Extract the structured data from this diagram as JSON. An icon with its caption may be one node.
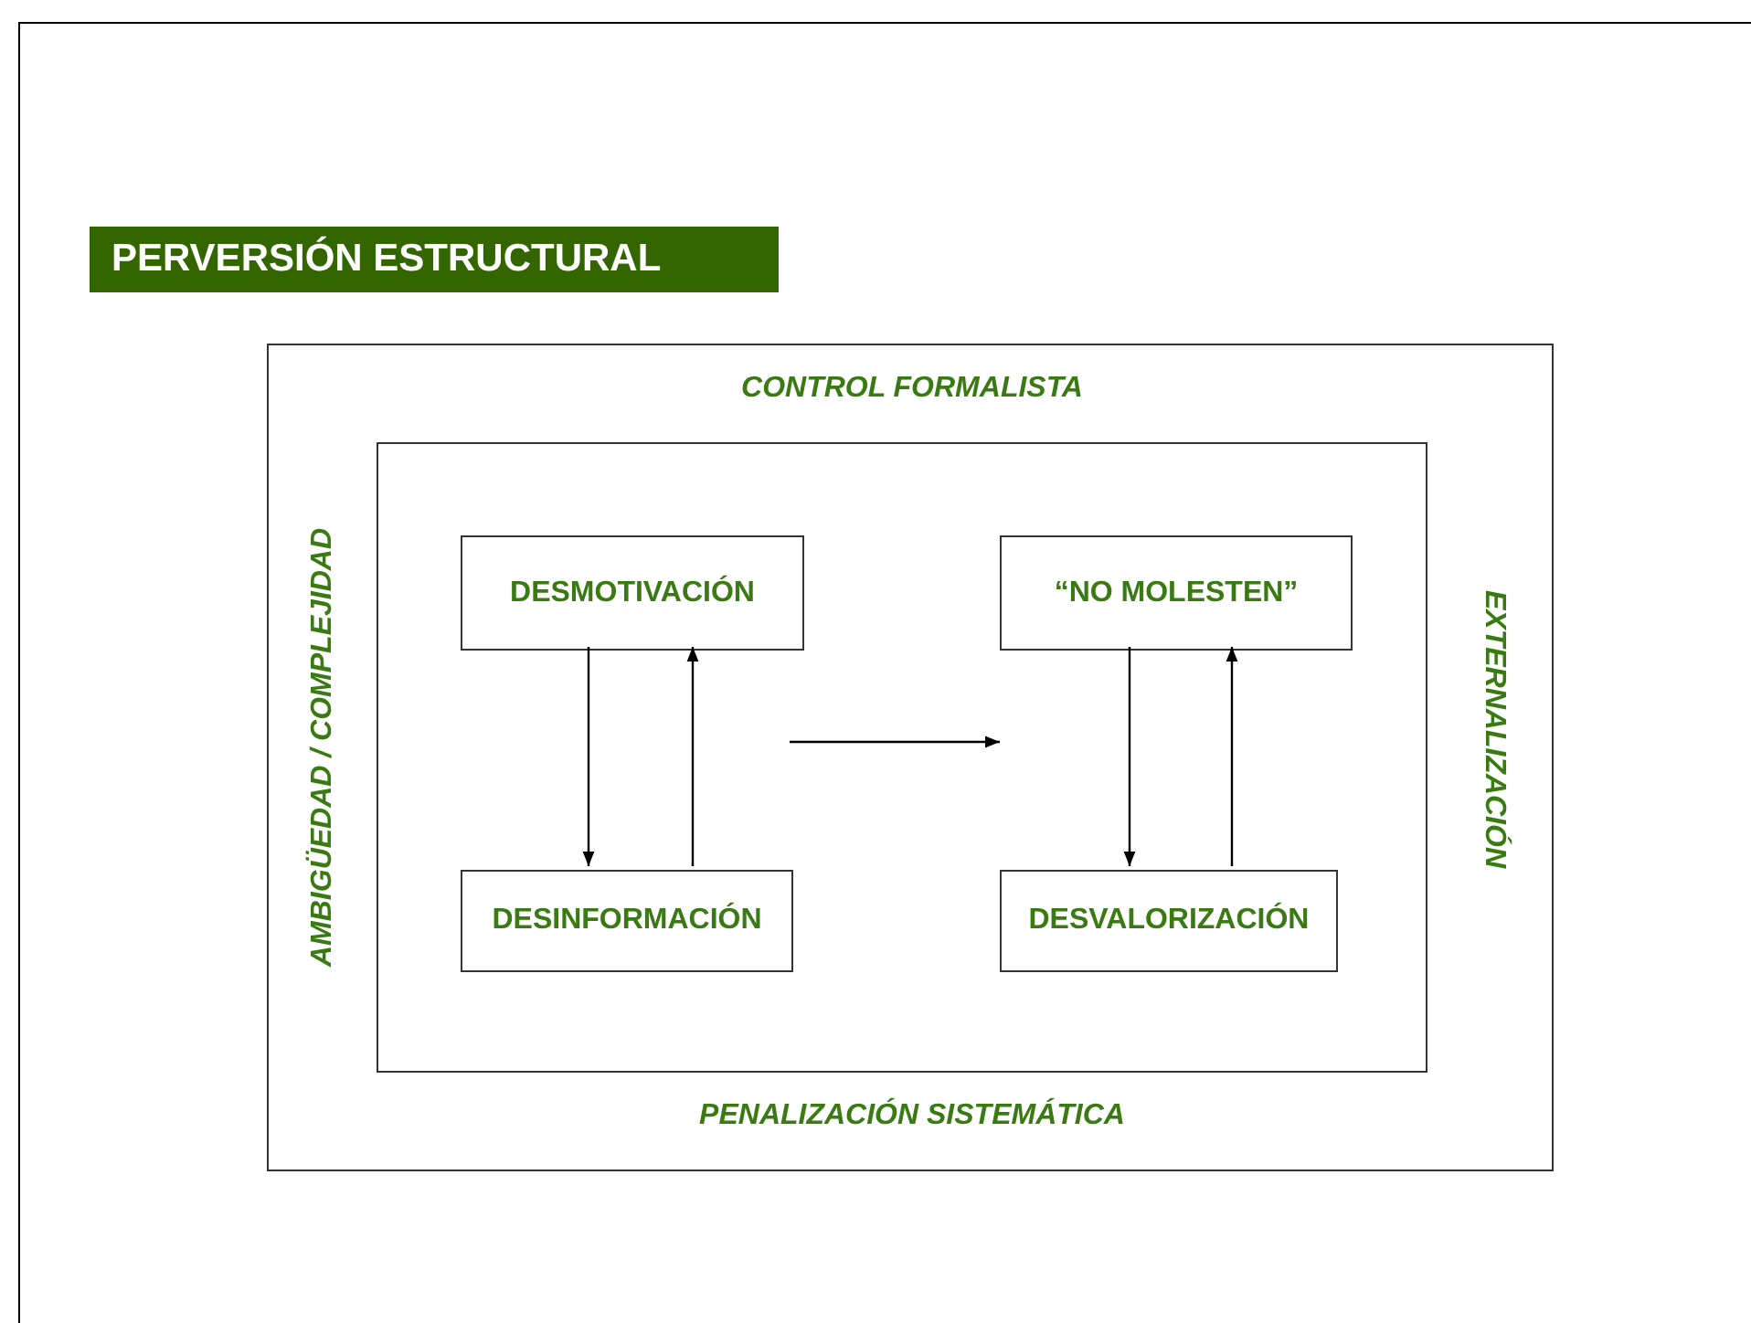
{
  "diagram": {
    "title": "PERVERSIÓN ESTRUCTURAL",
    "nodes": [
      {
        "text": [
          "CONTROL FORMALISTA",
          "AMBIGÜEDAD / COMPLEJIDAD",
          "EXTERNALIZACIÓN",
          "PENALIZACIÓN SISTEMÁTICA"
        ]
      },
      {
        "text": [],
        "shape": "box",
        "in": 0
      },
      {
        "text": [
          "DESMOTIVACIÓN"
        ],
        "in": 1
      },
      {
        "text": [
          "“NO MOLESTEN”"
        ],
        "in": 1
      },
      {
        "text": [
          "DESINFORMACIÓN"
        ],
        "in": 1
      },
      {
        "text": [
          "DESVALORIZACIÓN"
        ],
        "in": 1
      }
    ],
    "edges": [
      {
        "from": 2,
        "to": 4,
        "arrow": "to"
      },
      {
        "from": 4,
        "to": 2,
        "arrow": "to"
      },
      {
        "from": 3,
        "to": 5,
        "arrow": "to"
      },
      {
        "from": 5,
        "to": 3,
        "arrow": "to"
      }
    ]
  }
}
